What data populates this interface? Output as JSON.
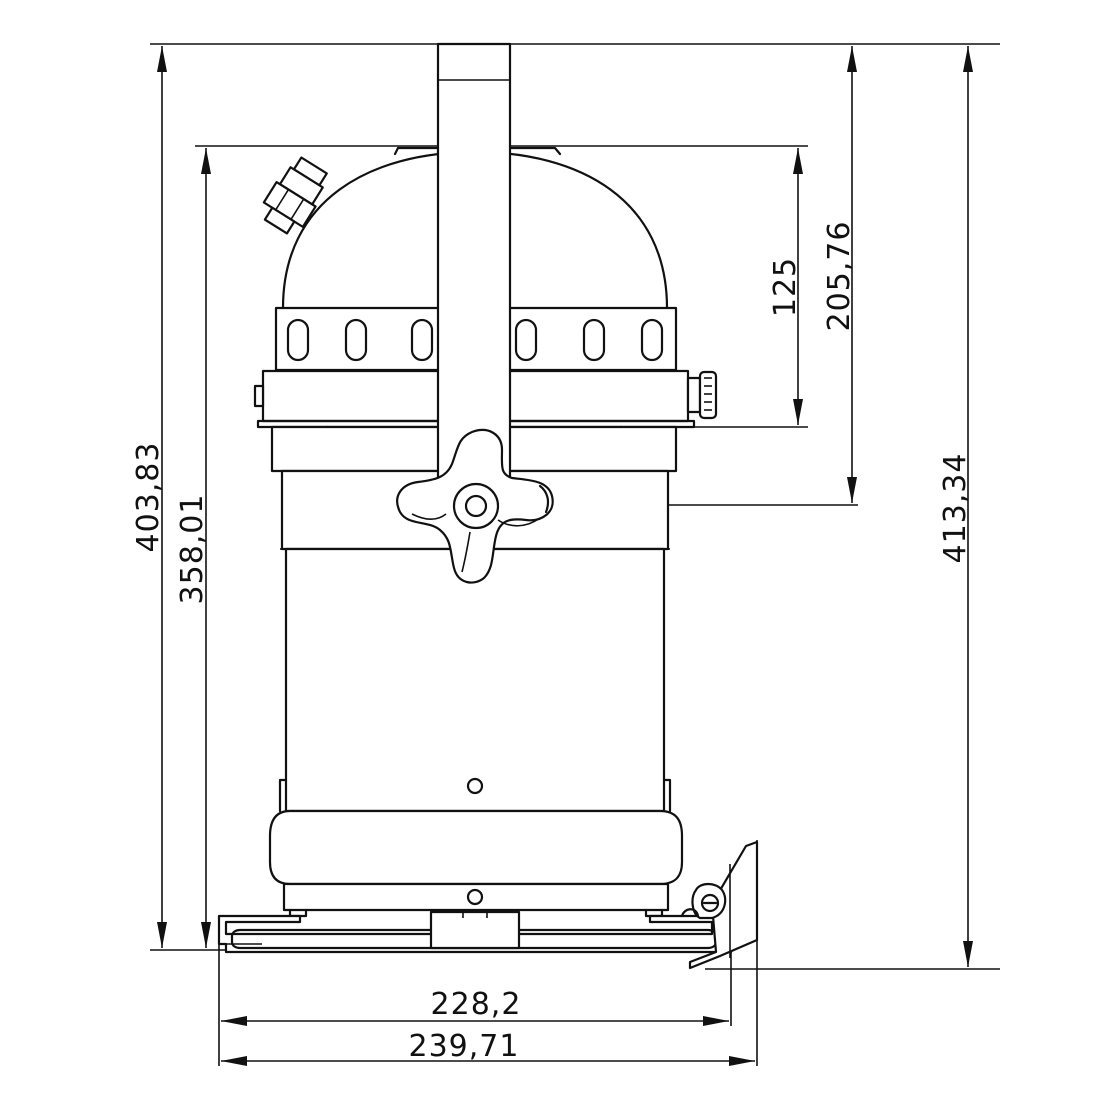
{
  "drawing": {
    "type": "technical dimension drawing",
    "units": "mm",
    "line_color": "#111111",
    "background": "#ffffff"
  },
  "dimensions": {
    "overall_height_left": "403,83",
    "body_height": "358,01",
    "dome_height": "125",
    "pivot_height": "205,76",
    "overall_height_right": "413,34",
    "base_width": "228,2",
    "overall_width": "239,71"
  }
}
